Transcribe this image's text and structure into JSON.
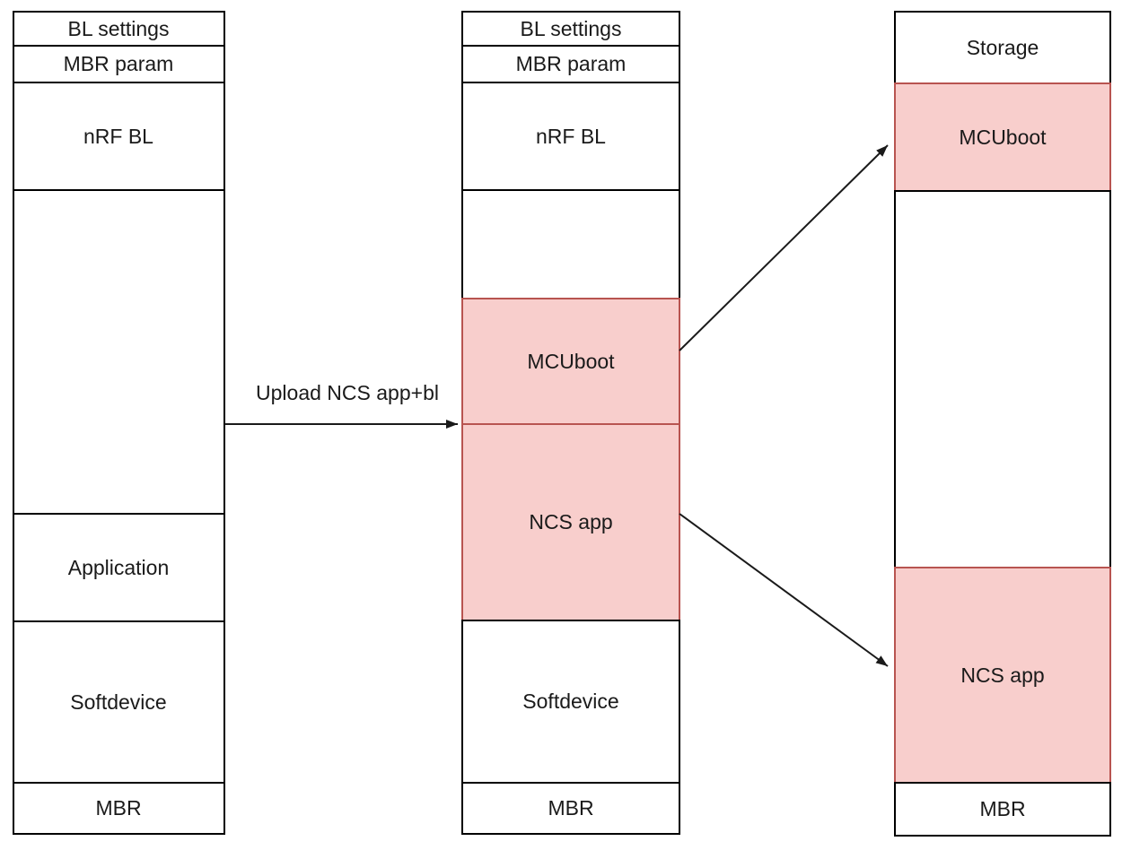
{
  "colors": {
    "background": "#ffffff",
    "box_fill": "#ffffff",
    "box_stroke": "#000000",
    "highlight_fill": "#f8cecc",
    "highlight_stroke": "#b85450",
    "arrow_color": "#1a1a1a",
    "text_color": "#1a1a1a"
  },
  "columns": [
    {
      "segments": [
        {
          "label": "BL settings",
          "highlighted": false
        },
        {
          "label": "MBR param",
          "highlighted": false
        },
        {
          "label": "nRF BL",
          "highlighted": false
        },
        {
          "label": "",
          "highlighted": false
        },
        {
          "label": "Application",
          "highlighted": false
        },
        {
          "label": "Softdevice",
          "highlighted": false
        },
        {
          "label": "MBR",
          "highlighted": false
        }
      ]
    },
    {
      "segments": [
        {
          "label": "BL settings",
          "highlighted": false
        },
        {
          "label": "MBR param",
          "highlighted": false
        },
        {
          "label": "nRF BL",
          "highlighted": false
        },
        {
          "label": "",
          "highlighted": false
        },
        {
          "label": "MCUboot",
          "highlighted": true
        },
        {
          "label": "NCS app",
          "highlighted": true
        },
        {
          "label": "Softdevice",
          "highlighted": false
        },
        {
          "label": "MBR",
          "highlighted": false
        }
      ]
    },
    {
      "segments": [
        {
          "label": "Storage",
          "highlighted": false
        },
        {
          "label": "MCUboot",
          "highlighted": true
        },
        {
          "label": "",
          "highlighted": false
        },
        {
          "label": "NCS app",
          "highlighted": true
        },
        {
          "label": "MBR",
          "highlighted": false
        }
      ]
    }
  ],
  "arrows": {
    "upload": {
      "label": "Upload NCS app+bl"
    }
  }
}
